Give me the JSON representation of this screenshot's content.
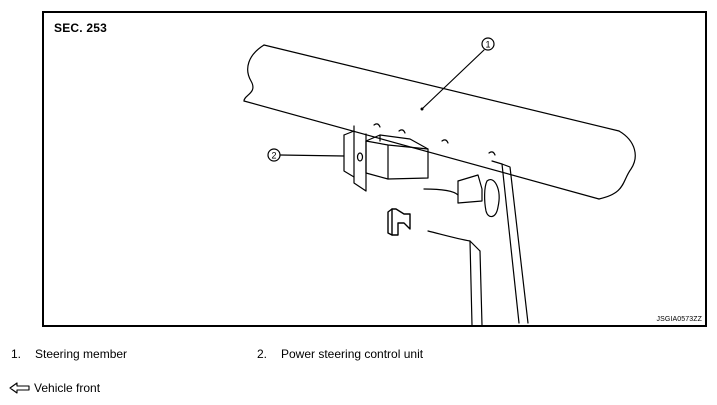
{
  "figure": {
    "section": "SEC. 253",
    "image_code": "JSGIA0573ZZ",
    "callouts": {
      "one": "1",
      "two": "2"
    }
  },
  "legend": {
    "items": [
      {
        "number": "1.",
        "label": "Steering member"
      },
      {
        "number": "2.",
        "label": "Power steering control unit"
      }
    ],
    "vehicle_front": {
      "icon": "open-arrow-left-icon",
      "label": "Vehicle front"
    }
  }
}
